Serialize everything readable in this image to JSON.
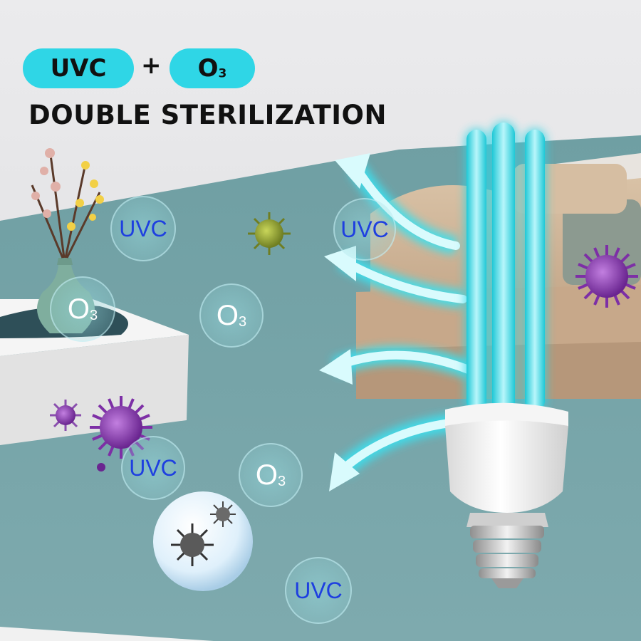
{
  "header": {
    "pill_uvc": "UVC",
    "plus": "+",
    "pill_o3_main": "O",
    "pill_o3_sub": "3",
    "headline": "DOUBLE STERILIZATION"
  },
  "bubbles": {
    "uvc_1": "UVC",
    "uvc_2": "UVC",
    "uvc_3": "UVC",
    "uvc_4": "UVC",
    "o3_main": "O",
    "o3_sub": "3"
  },
  "colors": {
    "accent_cyan": "#2fd6e6",
    "floor_teal": "#76a4a8",
    "uvc_text_blue": "#1e3fe0",
    "virus_purple": "#8a3fb0"
  },
  "icons": [
    "virus-icon",
    "bacteria-icon",
    "uv-lamp-icon",
    "vase-icon",
    "arrow-icon"
  ]
}
